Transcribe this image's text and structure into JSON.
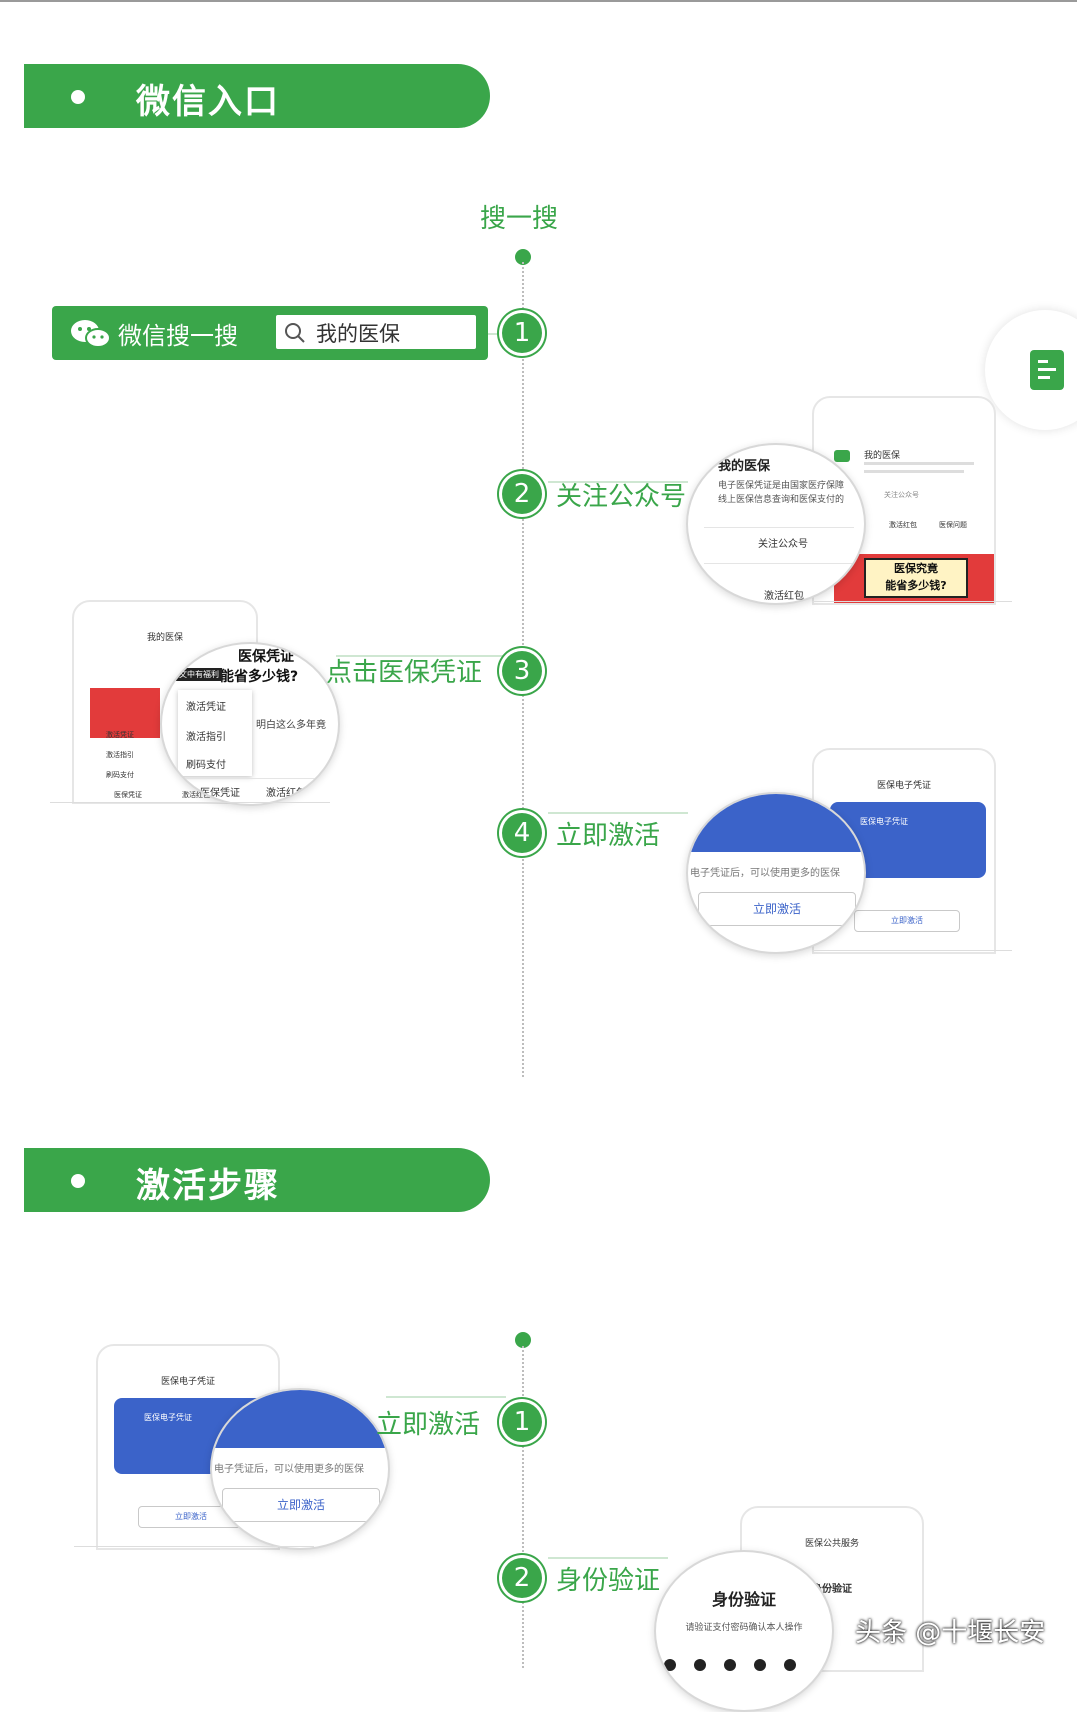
{
  "section1": {
    "title": "微信入口"
  },
  "section2": {
    "title": "激活步骤"
  },
  "search_heading": "搜一搜",
  "search_bar": {
    "label": "微信搜一搜",
    "query": "我的医保"
  },
  "steps_entry": [
    {
      "num": "1"
    },
    {
      "num": "2",
      "label": "关注公众号"
    },
    {
      "num": "3",
      "label": "点击医保凭证"
    },
    {
      "num": "4",
      "label": "立即激活"
    }
  ],
  "steps_activate": [
    {
      "num": "1",
      "label": "立即激活"
    },
    {
      "num": "2",
      "label": "身份验证"
    }
  ],
  "shot2": {
    "account_name": "我的医保",
    "desc1": "电子医保凭证是由国家医疗保障",
    "desc2": "线上医保信息查询和医保支付的",
    "follow_btn": "关注公众号",
    "menu_item": "激活红包",
    "poster_title1": "医保究竟",
    "poster_title2": "能省多少钱?",
    "phone_title": "我的医保",
    "phone_menu": [
      "激活红包",
      "医保问题"
    ],
    "phone_follow": "关注公众号"
  },
  "shot3": {
    "poster_title1": "医保凭证",
    "poster_title2": "能省多少钱?",
    "tag": "文中有福利",
    "menu": [
      "激活凭证",
      "激活指引",
      "刷码支付"
    ],
    "text": "明白这么多年竟",
    "tabs": [
      "医保凭证",
      "激活红包"
    ],
    "phone_title": "我的医保",
    "phone_small": [
      "激活凭证",
      "激活指引",
      "刷码支付"
    ],
    "phone_tabs": [
      "医保凭证",
      "激活红包"
    ]
  },
  "shot4": {
    "hint": "电子凭证后，可以使用更多的医保",
    "button": "立即激活",
    "card_title": "医保电子凭证",
    "phone_title": "医保电子凭证",
    "phone_button": "立即激活"
  },
  "shot5": {
    "hint": "电子凭证后，可以使用更多的医保",
    "button": "立即激活",
    "card_title": "医保电子凭证",
    "phone_title": "医保电子凭证",
    "phone_button": "立即激活"
  },
  "shot6": {
    "title": "身份验证",
    "subtitle": "请验证支付密码确认本人操作",
    "phone_title": "医保公共服务",
    "phone_label": "身份验证"
  },
  "watermark": "头条 @十堰长安",
  "colors": {
    "green": "#3aa64a",
    "blue": "#3b63c9",
    "red": "#e23b3b"
  }
}
